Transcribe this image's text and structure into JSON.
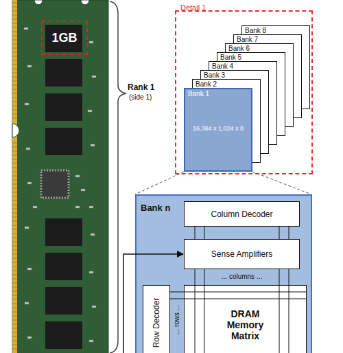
{
  "diagram": {
    "nodes": [
      {
        "text": [
          "1GB"
        ]
      },
      {
        "text": [
          "Detail 1"
        ]
      },
      {
        "text": [
          "Bank 8"
        ],
        "in": 1
      },
      {
        "text": [
          "Bank 7"
        ],
        "in": 1
      },
      {
        "text": [
          "Bank 6"
        ],
        "in": 1
      },
      {
        "text": [
          "Bank 5"
        ],
        "in": 1
      },
      {
        "text": [
          "Bank 4"
        ],
        "in": 1
      },
      {
        "text": [
          "Bank 3"
        ],
        "in": 1
      },
      {
        "text": [
          "Bank 2"
        ],
        "in": 1
      },
      {
        "text": [
          "Bank 1",
          "16,384 x 1,024 x 8"
        ],
        "in": 1
      },
      {
        "text": [
          "Bank n"
        ]
      },
      {
        "text": [
          "Column Decoder"
        ],
        "in": 10
      },
      {
        "text": [
          "Sense Amplifiers"
        ],
        "in": 10
      },
      {
        "text": [
          "DRAM Memory Matrix"
        ],
        "in": 10
      },
      {
        "text": [
          "Row Decoder"
        ],
        "in": 10
      }
    ],
    "edges": [
      {
        "from": 9,
        "to": 10,
        "arrow": "none"
      },
      {
        "from": 11,
        "to": 12,
        "arrow": "none"
      },
      {
        "from": 12,
        "to": 13,
        "arrow": "none"
      },
      {
        "from": 14,
        "to": 13,
        "arrow": "none"
      }
    ],
    "labels": [
      "Rank 1",
      "(side 1)",
      "... columns ...",
      "... rows ..."
    ]
  }
}
